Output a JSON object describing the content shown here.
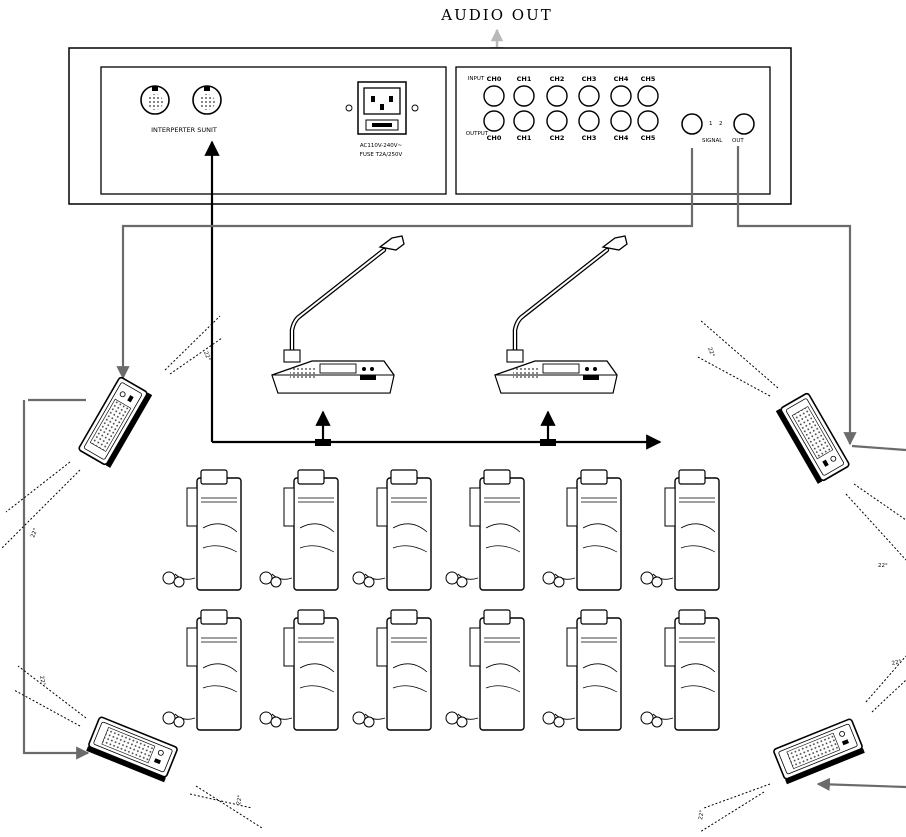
{
  "audio_out_label": "AUDIO OUT",
  "interpreter_label": "INTERPERTER SUNIT",
  "power_label_1": "AC110V-240V~",
  "power_label_2": "FUSE T2A/250V",
  "input_label": "INPUT",
  "output_label": "OUTPUT",
  "channels": [
    "CH0",
    "CH1",
    "CH2",
    "CH3",
    "CH4",
    "CH5"
  ],
  "signal_label": "SIGNAL",
  "out_label": "OUT",
  "port_numbers": [
    "1",
    "2"
  ],
  "angle_label": "22°",
  "colors": {
    "line": "#000000",
    "connector": "#6b6b6b",
    "light_arrow": "#b8b8b8"
  }
}
